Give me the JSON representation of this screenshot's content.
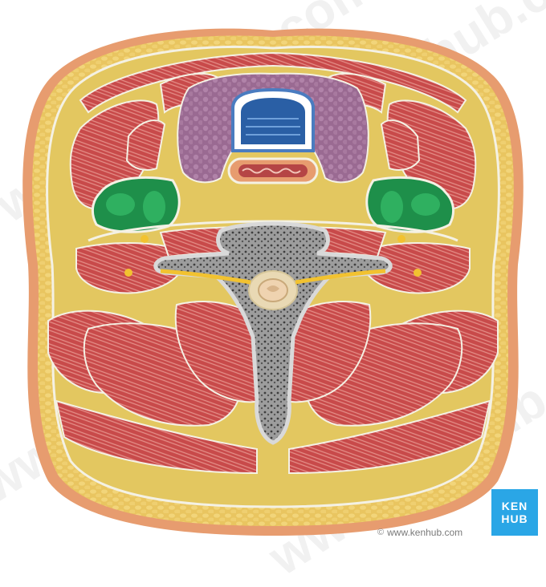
{
  "watermark": {
    "text": "www.kenhub.com"
  },
  "branding": {
    "logo_line1": "KEN",
    "logo_line2": "HUB",
    "credit_text": "www.kenhub.com",
    "credit_icon": "copyright-icon",
    "brand_color": "#2aa6e6"
  },
  "illustration": {
    "colors": {
      "skin": "#e79c6f",
      "subcutaneous_fat": "#e9c560",
      "fascia_fill": "#e3c760",
      "muscle": "#c84a4a",
      "muscle_fiber": "#e9948e",
      "thyroid": "#9a6a92",
      "trachea_lumen": "#2a5fa5",
      "esophagus": "#b54545",
      "carotid_sheath": "#1e8f4a",
      "vertebra": "#8c8c8c",
      "spinal_cord": "#efd3b0",
      "nerve": "#f2c230"
    }
  }
}
